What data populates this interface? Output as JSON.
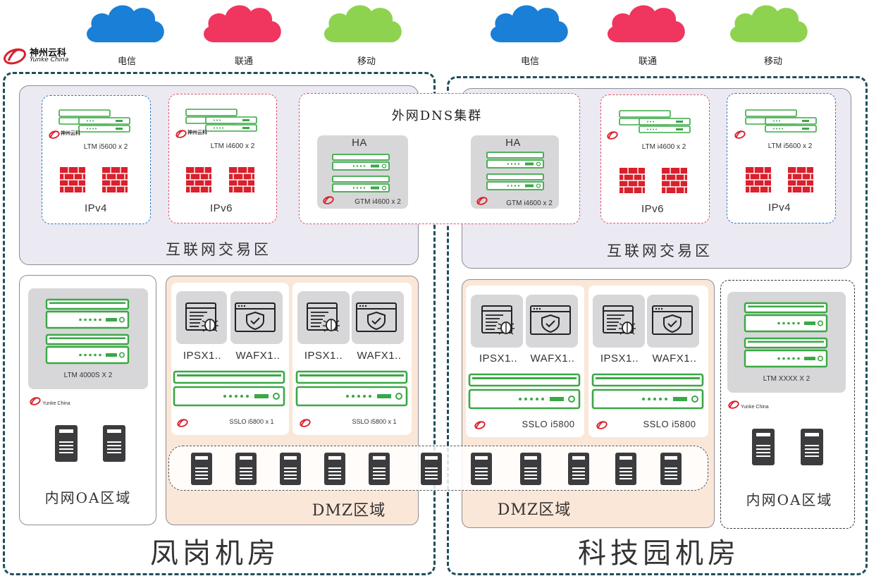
{
  "brand": {
    "name_cn": "神州云科",
    "name_en": "Yunke China"
  },
  "colors": {
    "cloud_blue": "#1a7fd6",
    "cloud_red": "#f0365e",
    "cloud_green": "#8ed34f",
    "device_green": "#3aa845",
    "firewall_red": "#d9202c",
    "dmz_bg": "#fbe7d8",
    "net_bg": "#ebe9f1"
  },
  "clouds": {
    "left": [
      {
        "label": "电信",
        "color": "#1a7fd6"
      },
      {
        "label": "联通",
        "color": "#f0365e"
      },
      {
        "label": "移动",
        "color": "#8ed34f"
      }
    ],
    "right": [
      {
        "label": "电信",
        "color": "#1a7fd6"
      },
      {
        "label": "联通",
        "color": "#f0365e"
      },
      {
        "label": "移动",
        "color": "#8ed34f"
      }
    ]
  },
  "dns_cluster": {
    "title": "外网DNS集群",
    "left": {
      "ha": "HA",
      "device": "GTM i4600 x 2"
    },
    "right": {
      "ha": "HA",
      "device": "GTM i4600 x 2"
    }
  },
  "left_dc": {
    "title": "凤岗机房",
    "internet_zone": {
      "title": "互联网交易区",
      "ipv4": {
        "device": "LTM i5600 x 2",
        "label": "IPv4"
      },
      "ipv6": {
        "device": "LTM i4600 x 2",
        "label": "IPv6"
      }
    },
    "oa_zone": {
      "title": "内网OA区域",
      "device": "LTM 4000S X 2"
    },
    "dmz": {
      "title": "DMZ区域",
      "cards": [
        {
          "ips": "IPSX1..",
          "waf": "WAFX1..",
          "sslo": "SSLO i5800 x 1"
        },
        {
          "ips": "IPSX1..",
          "waf": "WAFX1..",
          "sslo": "SSLO i5800 x 1"
        }
      ]
    }
  },
  "right_dc": {
    "title": "科技园机房",
    "internet_zone": {
      "title": "互联网交易区",
      "ipv6": {
        "device": "LTM i4600 x 2",
        "label": "IPv6"
      },
      "ipv4": {
        "device": "LTM i5600 x 2",
        "label": "IPv4"
      }
    },
    "oa_zone": {
      "title": "内网OA区域",
      "device": "LTM XXXX X 2"
    },
    "dmz": {
      "title": "DMZ区域",
      "cards": [
        {
          "ips": "IPSX1..",
          "waf": "WAFX1..",
          "sslo": "SSLO i5800"
        },
        {
          "ips": "IPSX1..",
          "waf": "WAFX1..",
          "sslo": "SSLO i5800"
        }
      ]
    }
  }
}
